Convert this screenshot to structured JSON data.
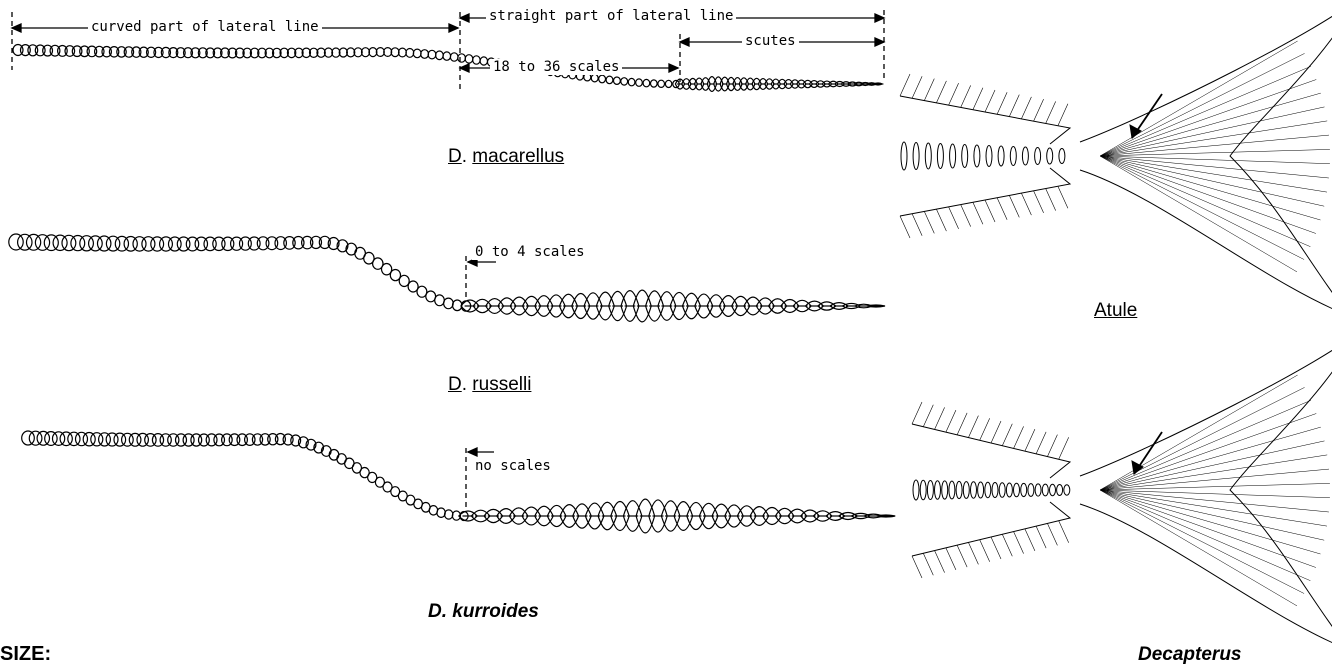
{
  "ann": {
    "curved": "curved part of lateral line",
    "straight": "straight part of lateral line",
    "scutes": "scutes",
    "range1": "18 to 36 scales",
    "range2": "0 to 4 scales",
    "range3": "no scales"
  },
  "species": {
    "mac_genus": "D",
    "mac_epithet": "macarellus",
    "rus_genus": "D",
    "rus_epithet": "russelli",
    "kur": "D. kurroides",
    "atule": "Atule",
    "decapterus": "Decapterus"
  },
  "footer": {
    "size": "SIZE:"
  }
}
